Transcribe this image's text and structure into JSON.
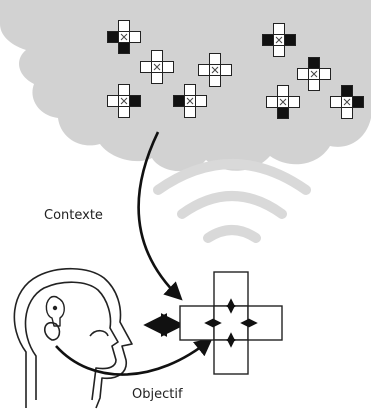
{
  "labels": {
    "context": "Contexte",
    "objective": "Objectif"
  },
  "colors": {
    "cloud": "#d2d2d2",
    "wifi": "#d9d9d9",
    "ink": "#111111",
    "module_fill": "#ffffff",
    "module_dark": "#111111"
  },
  "icons": {
    "cloud": "cloud-shape",
    "signal": "wifi-signal-icon",
    "head": "human-head-profile-icon",
    "module": "cross-shaped-modular-node"
  },
  "cloud_modules": [
    {
      "name": "cloud-module-1",
      "dark": [
        "left",
        "bottom"
      ]
    },
    {
      "name": "cloud-module-2",
      "dark": []
    },
    {
      "name": "cloud-module-3",
      "dark": [
        "right"
      ]
    },
    {
      "name": "cloud-module-4",
      "dark": [
        "left"
      ]
    },
    {
      "name": "cloud-module-5",
      "dark": [
        "left",
        "right"
      ]
    },
    {
      "name": "cloud-module-6",
      "dark": [
        "top"
      ]
    },
    {
      "name": "cloud-module-7",
      "dark": [
        "bottom"
      ]
    },
    {
      "name": "cloud-module-8",
      "dark": [
        "top",
        "right"
      ]
    },
    {
      "name": "cloud-module-9",
      "dark": []
    }
  ]
}
